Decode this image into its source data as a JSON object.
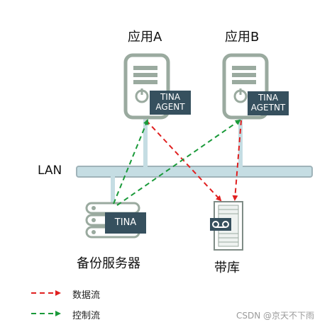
{
  "app_a": {
    "title": "应用A",
    "agent_line1": "TINA",
    "agent_line2": "AGENT"
  },
  "app_b": {
    "title": "应用B",
    "agent_line1": "TINA",
    "agent_line2": "AGETNT"
  },
  "lan": {
    "label": "LAN"
  },
  "backup_server": {
    "label": "备份服务器",
    "agent": "TINA"
  },
  "tape_library": {
    "label": "带库"
  },
  "legend": [
    {
      "label": "数据流",
      "color": "#e02020",
      "icon": "red-dashed-arrow"
    },
    {
      "label": "控制流",
      "color": "#1a9a3a",
      "icon": "green-dashed-arrow"
    }
  ],
  "watermark": "CSDN @京天不下雨",
  "colors": {
    "server_outline": "#9aaa9f",
    "lan_bar": "#c5dde3",
    "agent_box": "#36505e",
    "data_flow": "#e02020",
    "control_flow": "#1a9a3a"
  }
}
